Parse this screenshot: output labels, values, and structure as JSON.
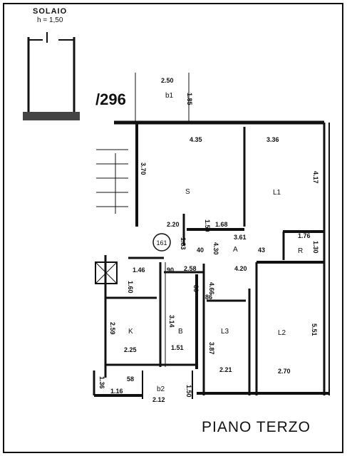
{
  "header": {
    "solaio": "SOLAIO",
    "solaio_h": "h = 1,50",
    "plan_number": "/296",
    "floor_title": "PIANO TERZO",
    "circle_number": "161"
  },
  "rooms": {
    "b1": "b1",
    "S": "S",
    "L1": "L1",
    "A": "A",
    "R": "R",
    "K": "K",
    "B": "B",
    "L3": "L3",
    "L2": "L2",
    "b2": "b2"
  },
  "dimensions": {
    "d_250": "2.50",
    "d_185": "1.85",
    "d_435": "4.35",
    "d_336": "3.36",
    "d_370": "3.70",
    "d_417": "4.17",
    "d_220": "2.20",
    "d_150a": "1.50",
    "d_168": "1.68",
    "d_361": "3.61",
    "d_176": "1.76",
    "d_183": "1.83",
    "d_430": "4.30",
    "d_130": "1.30",
    "d_40": "40",
    "d_43": "43",
    "d_146": "1.46",
    "d_160": "1.60",
    "d_90": "90",
    "d_258": "2.58",
    "d_420": "4.20",
    "d_466": "4.66",
    "d_86": "86",
    "d_80": "80",
    "d_314": "3.14",
    "d_259": "2.59",
    "d_225": "2.25",
    "d_151": "1.51",
    "d_387": "3.87",
    "d_221": "2.21",
    "d_551": "5.51",
    "d_270": "2.70",
    "d_136": "1.36",
    "d_116": "1.16",
    "d_58": "58",
    "d_212": "2.12",
    "d_150b": "1.50"
  }
}
